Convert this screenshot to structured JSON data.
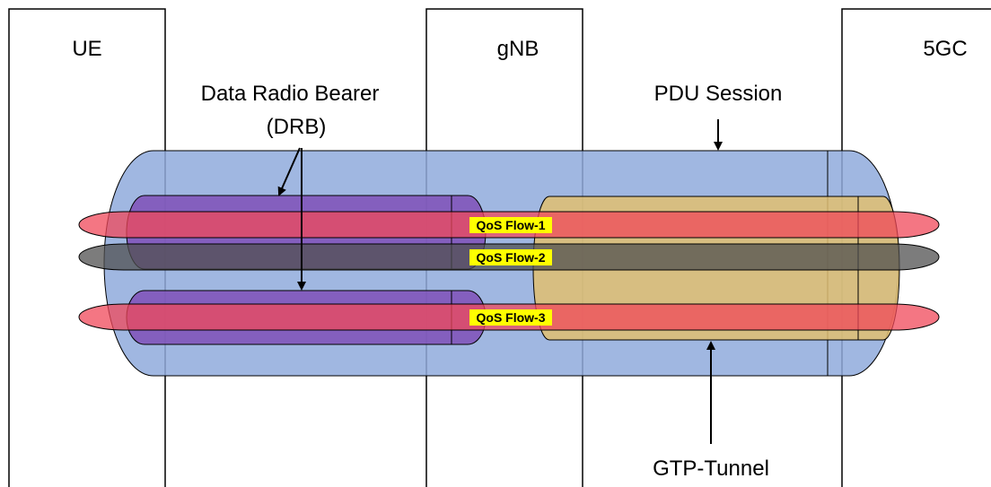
{
  "nodes": {
    "ue": "UE",
    "gnb": "gNB",
    "core": "5GC"
  },
  "annotations": {
    "drb_line1": "Data Radio Bearer",
    "drb_line2": "(DRB)",
    "pdu_session": "PDU Session",
    "gtp_tunnel": "GTP-Tunnel"
  },
  "qos_flows": [
    "QoS Flow-1",
    "QoS Flow-2",
    "QoS Flow-3"
  ],
  "colors": {
    "pdu_session": "#8FAADC",
    "drb": "#7F53B8",
    "gtp_tunnel": "#E0C070",
    "flow_red": "#F0485A",
    "flow_dark": "#505050",
    "flow_label_bg": "#FFFF00"
  }
}
